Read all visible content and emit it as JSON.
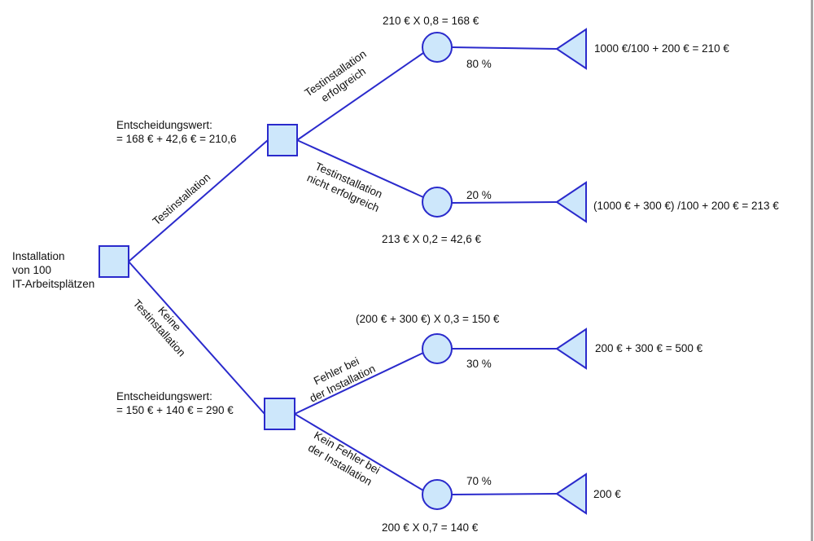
{
  "colors": {
    "stroke": "#2a2acc",
    "fill": "#cde7fb",
    "text": "#111111",
    "border": "#a6a6a6"
  },
  "root": {
    "label": "Installation\nvon 100\nIT-Arbeitsplätzen"
  },
  "branches": {
    "test": "Testinstallation",
    "no_test": "Keine\nTestinstallation",
    "test_success": "Testinstallation\nerfolgreich",
    "test_fail": "Testinstallation\nnicht erfolgreich",
    "error": "Fehler bei\nder Installation",
    "no_error": "Kein Fehler bei\nder Installation"
  },
  "decisions": {
    "upper": "Entscheidungswert:\n= 168 € + 42,6 € = 210,6",
    "lower": "Entscheidungswert:\n= 150 € + 140 € = 290 €"
  },
  "chance": [
    {
      "calc": "210 € X 0,8 = 168 €",
      "probability": "80 %",
      "outcome": "1000 €/100 + 200 € = 210 €"
    },
    {
      "calc": "213 € X 0,2 = 42,6 €",
      "probability": "20 %",
      "outcome": "(1000 € + 300 €) /100 + 200 € = 213 €"
    },
    {
      "calc": "(200 € + 300 €) X 0,3 = 150 €",
      "probability": "30 %",
      "outcome": "200 € + 300 € = 500 €"
    },
    {
      "calc": "200 € X 0,7 = 140 €",
      "probability": "70 %",
      "outcome": "200 €"
    }
  ]
}
